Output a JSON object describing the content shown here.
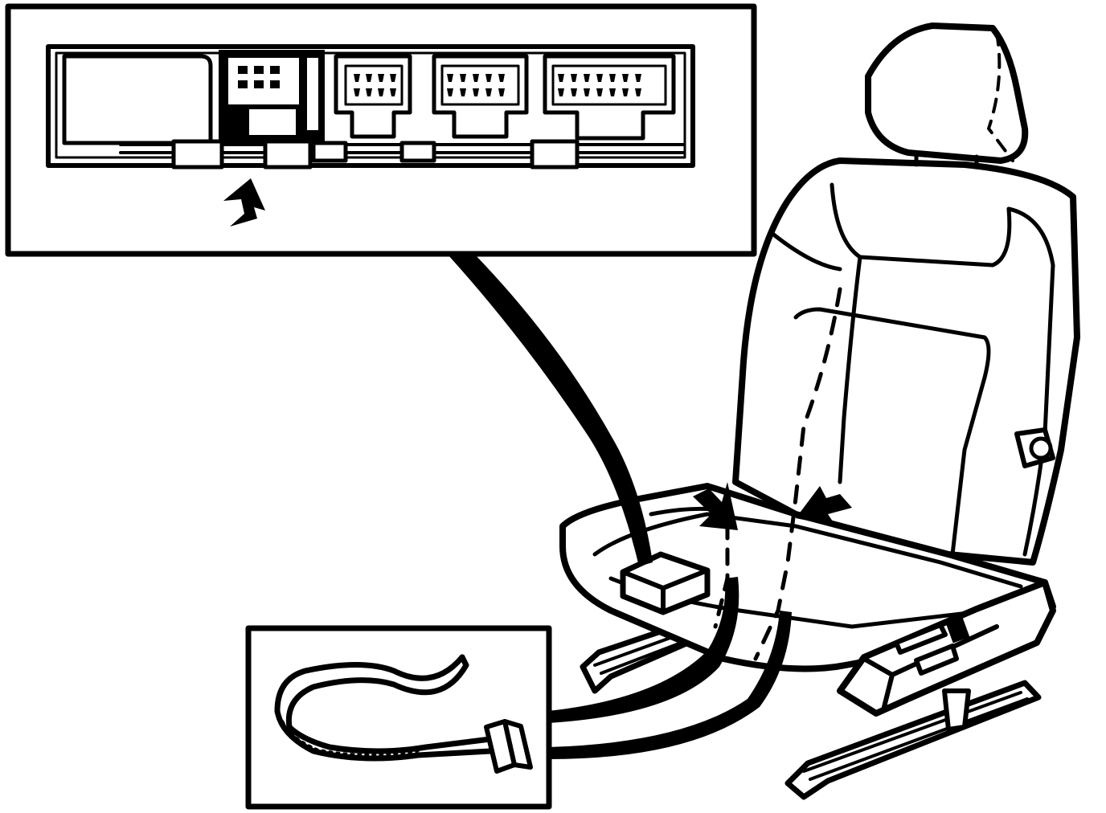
{
  "illustration": {
    "description_text": "",
    "ink_color": "#000000",
    "paper_color": "#ffffff",
    "callout_top": {
      "connector_blocks": 5,
      "pointer_arrow": "up-arrow"
    },
    "callout_bottom": {
      "item": "cable-tie"
    },
    "seat": {
      "arrows": 2,
      "component": "control-module-box"
    }
  }
}
